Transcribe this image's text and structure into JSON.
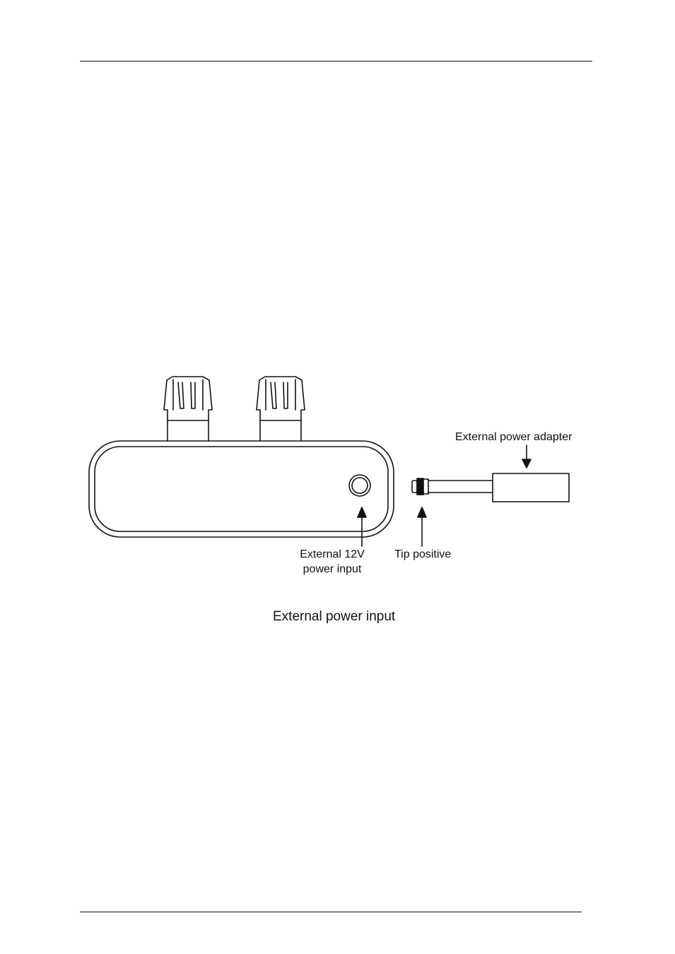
{
  "figure": {
    "caption": "External power input",
    "labels": {
      "power_input": "External 12V\npower input",
      "tip": "Tip positive",
      "adapter": "External power adapter"
    }
  },
  "icons": [
    "device-body-icon",
    "connector-icon",
    "power-jack-icon",
    "plug-icon",
    "adapter-icon",
    "arrow-icon"
  ]
}
